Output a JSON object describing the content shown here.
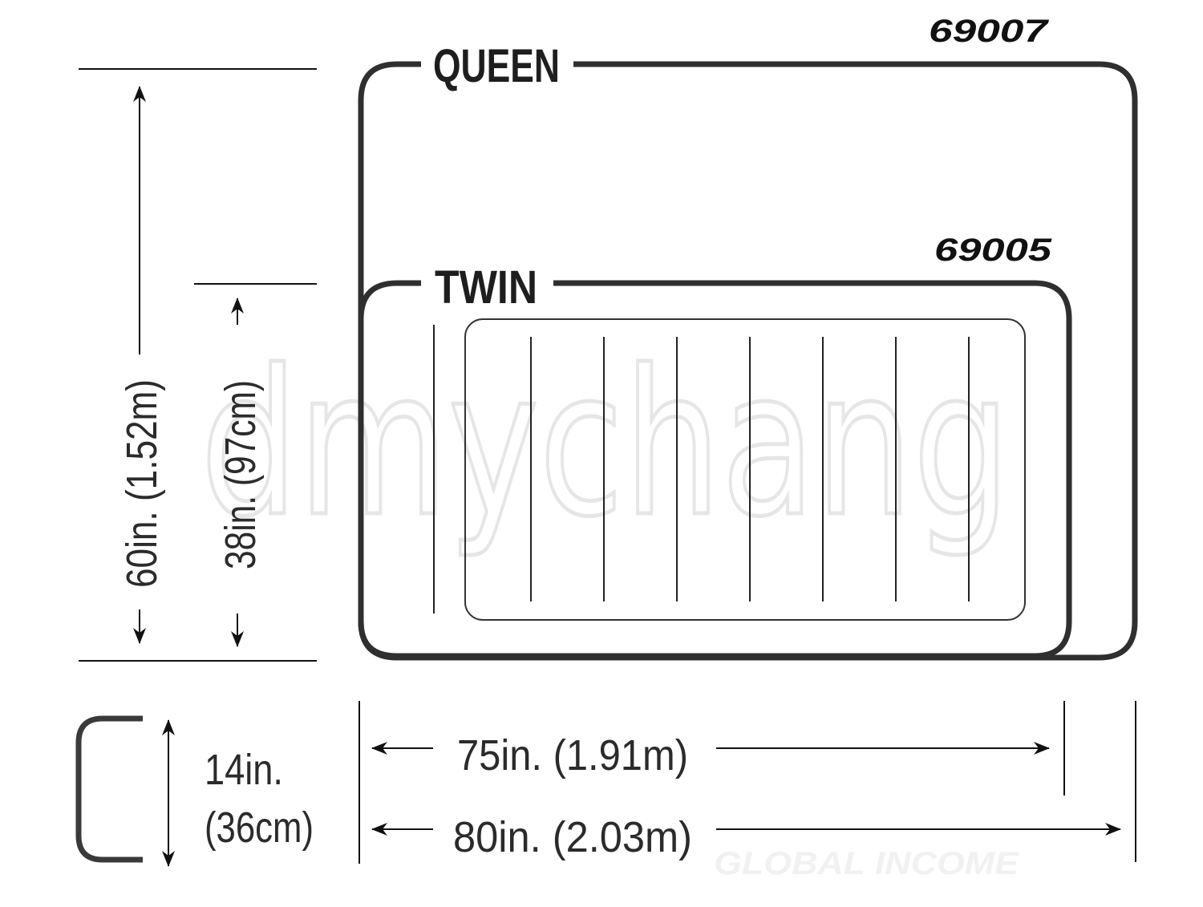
{
  "sizes": {
    "queen": {
      "label": "QUEEN",
      "model": "69007"
    },
    "twin": {
      "label": "TWIN",
      "model": "69005"
    }
  },
  "dimensions": {
    "queen_width": "60in. (1.52m)",
    "twin_width": "38in. (97cm)",
    "height_line1": "14in.",
    "height_line2": "(36cm)",
    "twin_length": "75in. (1.91m)",
    "queen_length": "80in. (2.03m)"
  },
  "watermark": {
    "text": "dmychang",
    "subtext": "GLOBAL INCOME"
  },
  "colors": {
    "outline": "#2f2f2f",
    "text": "#1e1e1e",
    "watermark": "#e6e6e6"
  },
  "chamber_line_count": 8
}
